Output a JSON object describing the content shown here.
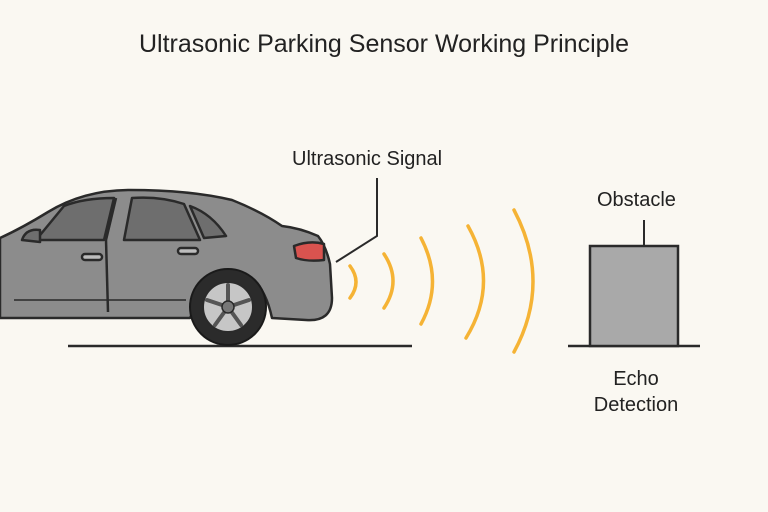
{
  "title": "Ultrasonic Parking Sensor Working Principle",
  "labels": {
    "signal": "Ultrasonic Signal",
    "obstacle": "Obstacle",
    "echo_line1": "Echo",
    "echo_line2": "Detection"
  },
  "colors": {
    "background": "#faf8f2",
    "car_body": "#8c8c8c",
    "car_window": "#6e6e6e",
    "outline": "#2a2a2a",
    "wave": "#f5b335",
    "tail_light": "#d9534f",
    "obstacle": "#a9a9a9"
  },
  "icons": {
    "car": "car-icon",
    "wheel": "wheel-icon",
    "waves": "ultrasonic-waves",
    "obstacle": "obstacle-box"
  }
}
